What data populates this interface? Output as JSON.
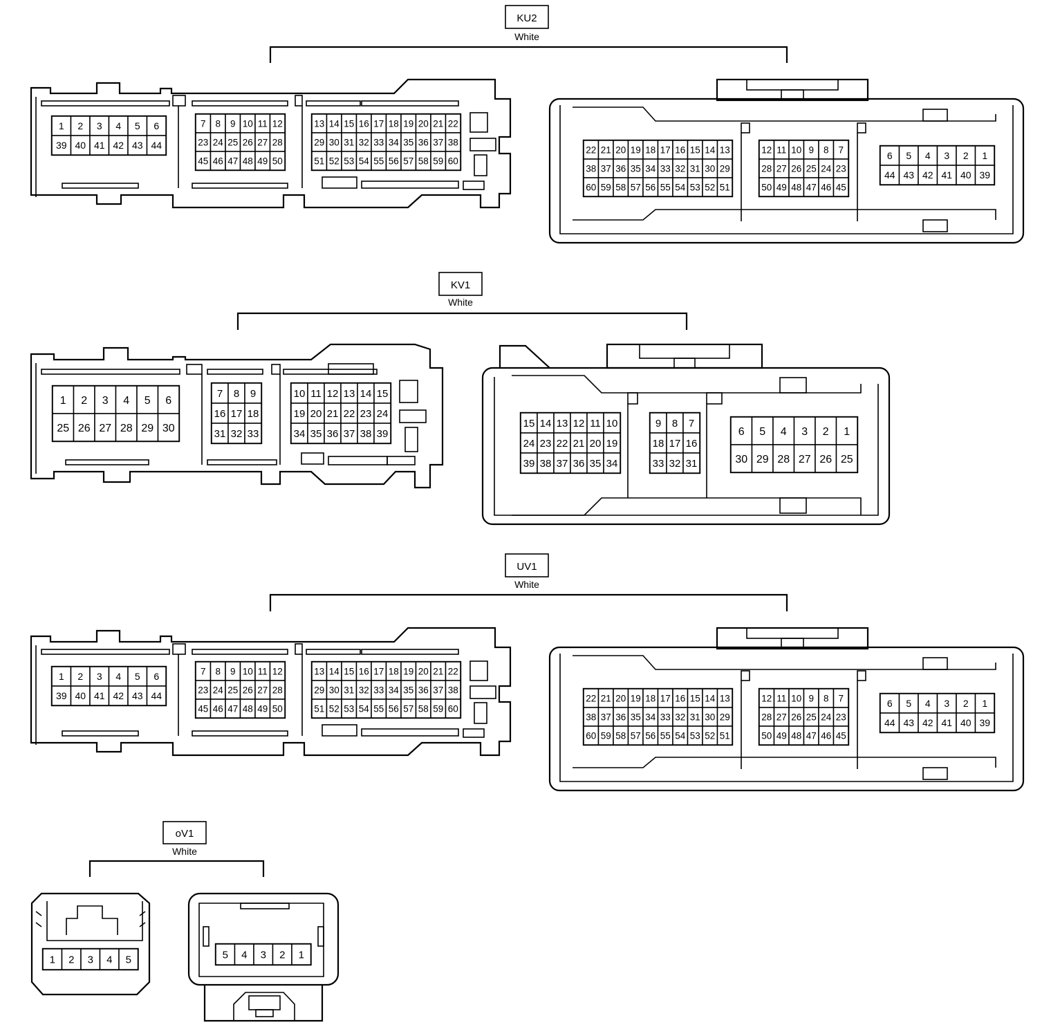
{
  "connectors": [
    {
      "id": "ku2",
      "code": "KU2",
      "color": "White",
      "left_blocks": [
        [
          [
            "1",
            "2",
            "3",
            "4",
            "5",
            "6"
          ],
          [
            "39",
            "40",
            "41",
            "42",
            "43",
            "44"
          ]
        ],
        [
          [
            "7",
            "8",
            "9",
            "10",
            "11",
            "12"
          ],
          [
            "23",
            "24",
            "25",
            "26",
            "27",
            "28"
          ],
          [
            "45",
            "46",
            "47",
            "48",
            "49",
            "50"
          ]
        ],
        [
          [
            "13",
            "14",
            "15",
            "16",
            "17",
            "18",
            "19",
            "20",
            "21",
            "22"
          ],
          [
            "29",
            "30",
            "31",
            "32",
            "33",
            "34",
            "35",
            "36",
            "37",
            "38"
          ],
          [
            "51",
            "52",
            "53",
            "54",
            "55",
            "56",
            "57",
            "58",
            "59",
            "60"
          ]
        ]
      ],
      "right_blocks": [
        [
          [
            "22",
            "21",
            "20",
            "19",
            "18",
            "17",
            "16",
            "15",
            "14",
            "13"
          ],
          [
            "38",
            "37",
            "36",
            "35",
            "34",
            "33",
            "32",
            "31",
            "30",
            "29"
          ],
          [
            "60",
            "59",
            "58",
            "57",
            "56",
            "55",
            "54",
            "53",
            "52",
            "51"
          ]
        ],
        [
          [
            "12",
            "11",
            "10",
            "9",
            "8",
            "7"
          ],
          [
            "28",
            "27",
            "26",
            "25",
            "24",
            "23"
          ],
          [
            "50",
            "49",
            "48",
            "47",
            "46",
            "45"
          ]
        ],
        [
          [
            "6",
            "5",
            "4",
            "3",
            "2",
            "1"
          ],
          [
            "44",
            "43",
            "42",
            "41",
            "40",
            "39"
          ]
        ]
      ]
    },
    {
      "id": "kv1",
      "code": "KV1",
      "color": "White",
      "left_blocks": [
        [
          [
            "1",
            "2",
            "3",
            "4",
            "5",
            "6"
          ],
          [
            "25",
            "26",
            "27",
            "28",
            "29",
            "30"
          ]
        ],
        [
          [
            "7",
            "8",
            "9"
          ],
          [
            "16",
            "17",
            "18"
          ],
          [
            "31",
            "32",
            "33"
          ]
        ],
        [
          [
            "10",
            "11",
            "12",
            "13",
            "14",
            "15"
          ],
          [
            "19",
            "20",
            "21",
            "22",
            "23",
            "24"
          ],
          [
            "34",
            "35",
            "36",
            "37",
            "38",
            "39"
          ]
        ]
      ],
      "right_blocks": [
        [
          [
            "15",
            "14",
            "13",
            "12",
            "11",
            "10"
          ],
          [
            "24",
            "23",
            "22",
            "21",
            "20",
            "19"
          ],
          [
            "39",
            "38",
            "37",
            "36",
            "35",
            "34"
          ]
        ],
        [
          [
            "9",
            "8",
            "7"
          ],
          [
            "18",
            "17",
            "16"
          ],
          [
            "33",
            "32",
            "31"
          ]
        ],
        [
          [
            "6",
            "5",
            "4",
            "3",
            "2",
            "1"
          ],
          [
            "30",
            "29",
            "28",
            "27",
            "26",
            "25"
          ]
        ]
      ]
    },
    {
      "id": "uv1",
      "code": "UV1",
      "color": "White",
      "left_blocks": [
        [
          [
            "1",
            "2",
            "3",
            "4",
            "5",
            "6"
          ],
          [
            "39",
            "40",
            "41",
            "42",
            "43",
            "44"
          ]
        ],
        [
          [
            "7",
            "8",
            "9",
            "10",
            "11",
            "12"
          ],
          [
            "23",
            "24",
            "25",
            "26",
            "27",
            "28"
          ],
          [
            "45",
            "46",
            "47",
            "48",
            "49",
            "50"
          ]
        ],
        [
          [
            "13",
            "14",
            "15",
            "16",
            "17",
            "18",
            "19",
            "20",
            "21",
            "22"
          ],
          [
            "29",
            "30",
            "31",
            "32",
            "33",
            "34",
            "35",
            "36",
            "37",
            "38"
          ],
          [
            "51",
            "52",
            "53",
            "54",
            "55",
            "56",
            "57",
            "58",
            "59",
            "60"
          ]
        ]
      ],
      "right_blocks": [
        [
          [
            "22",
            "21",
            "20",
            "19",
            "18",
            "17",
            "16",
            "15",
            "14",
            "13"
          ],
          [
            "38",
            "37",
            "36",
            "35",
            "34",
            "33",
            "32",
            "31",
            "30",
            "29"
          ],
          [
            "60",
            "59",
            "58",
            "57",
            "56",
            "55",
            "54",
            "53",
            "52",
            "51"
          ]
        ],
        [
          [
            "12",
            "11",
            "10",
            "9",
            "8",
            "7"
          ],
          [
            "28",
            "27",
            "26",
            "25",
            "24",
            "23"
          ],
          [
            "50",
            "49",
            "48",
            "47",
            "46",
            "45"
          ]
        ],
        [
          [
            "6",
            "5",
            "4",
            "3",
            "2",
            "1"
          ],
          [
            "44",
            "43",
            "42",
            "41",
            "40",
            "39"
          ]
        ]
      ]
    },
    {
      "id": "ov1",
      "code": "oV1",
      "color": "White",
      "left_blocks": [
        [
          [
            "1",
            "2",
            "3",
            "4",
            "5"
          ]
        ]
      ],
      "right_blocks": [
        [
          [
            "5",
            "4",
            "3",
            "2",
            "1"
          ]
        ]
      ]
    }
  ]
}
